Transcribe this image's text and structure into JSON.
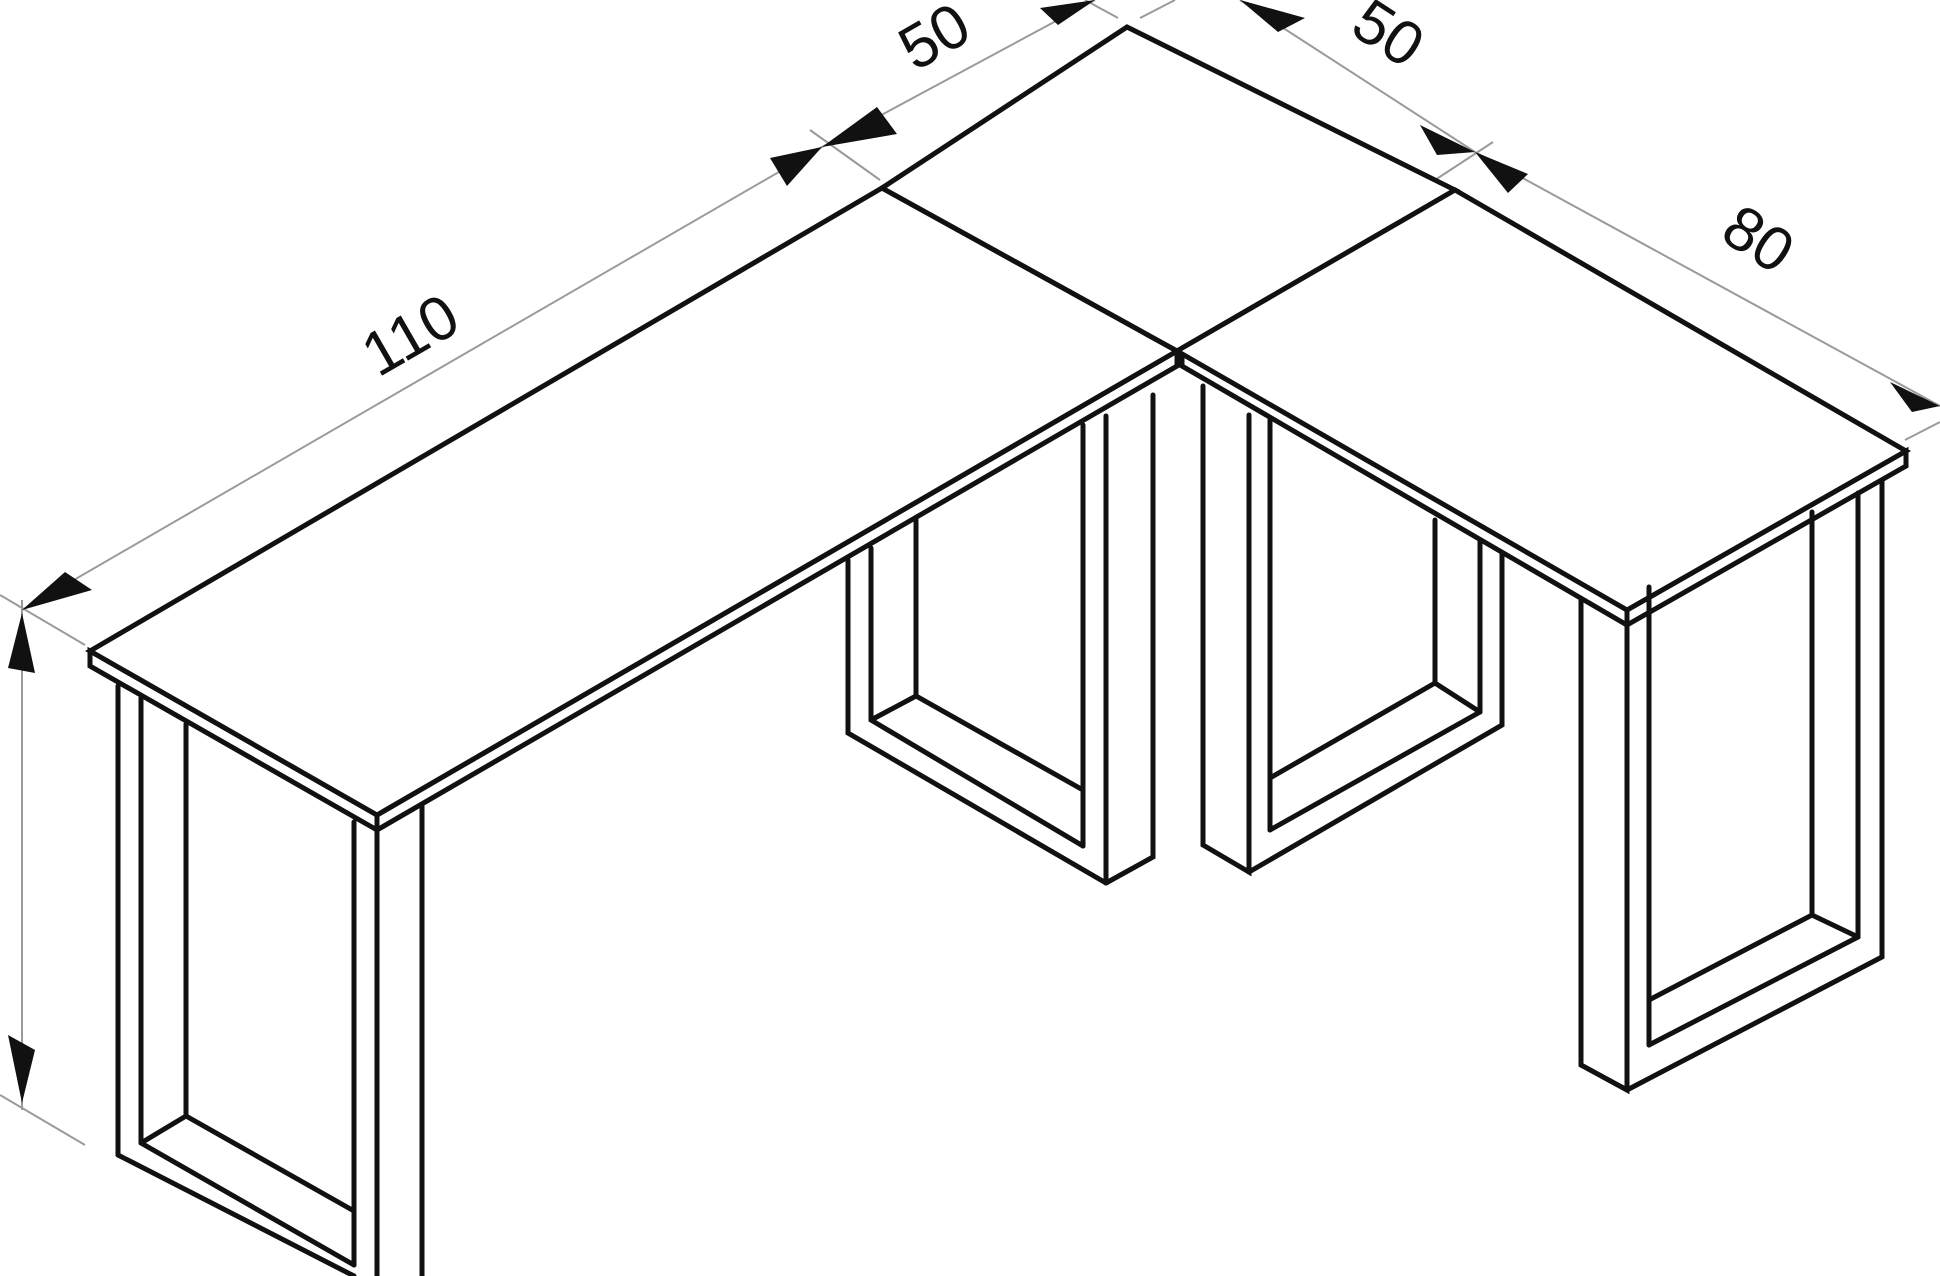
{
  "diagram": {
    "subject": "L-shaped corner desk, isometric line drawing",
    "colors": {
      "line": "#111111",
      "dimension_line": "#9a9a9a",
      "background": "#ffffff"
    },
    "dimensions": {
      "left_section_length": "110",
      "corner_width_left": "50",
      "corner_width_right": "50",
      "right_section_length": "80",
      "height": ""
    },
    "parts": [
      "left-desktop",
      "corner-desktop",
      "right-desktop",
      "front-left-leg",
      "rear-left-leg",
      "rear-right-leg",
      "front-right-leg"
    ]
  }
}
